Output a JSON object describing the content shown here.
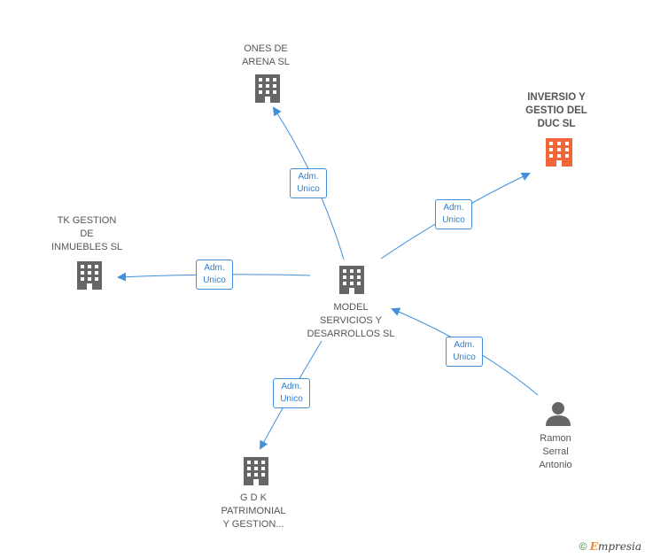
{
  "colors": {
    "edge": "#3f8fdc",
    "building": "#666666",
    "building_highlight": "#f2643a",
    "person": "#666666"
  },
  "nodes": {
    "center": {
      "label": "MODEL\nSERVICIOS Y\nDESARROLLOS SL",
      "icon": "building-icon"
    },
    "ones": {
      "label": "ONES DE\nARENA SL",
      "icon": "building-icon"
    },
    "inversio": {
      "label": "INVERSIO Y\nGESTIO DEL\nDUC SL",
      "icon": "building-icon"
    },
    "tk": {
      "label": "TK GESTION\nDE\nINMUEBLES SL",
      "icon": "building-icon"
    },
    "gdk": {
      "label": "G D K\nPATRIMONIAL\nY GESTION...",
      "icon": "building-icon"
    },
    "ramon": {
      "label": "Ramon\nSerral\nAntonio",
      "icon": "person-icon"
    }
  },
  "edges": {
    "to_ones": "Adm.\nUnico",
    "to_inversio": "Adm.\nUnico",
    "to_tk": "Adm.\nUnico",
    "to_gdk": "Adm.\nUnico",
    "from_ramon": "Adm.\nUnico"
  },
  "footer": {
    "copyright": "©",
    "brand_initial": "E",
    "brand_rest": "mpresia"
  }
}
